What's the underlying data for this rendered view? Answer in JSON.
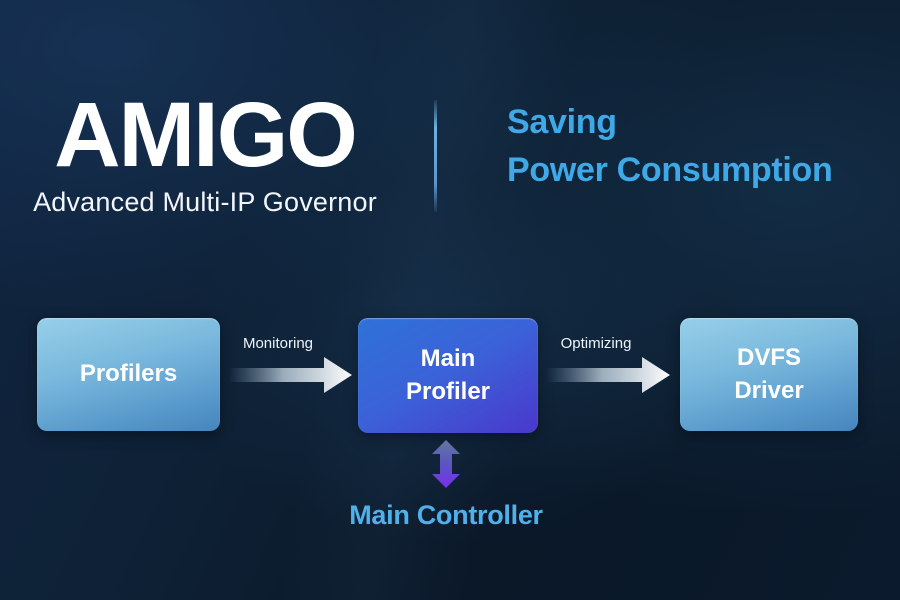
{
  "header": {
    "title": "AMIGO",
    "subtitle": "Advanced Multi-IP Governor",
    "tagline_line1": "Saving",
    "tagline_line2": "Power Consumption"
  },
  "diagram": {
    "nodes": [
      {
        "id": "profilers",
        "lines": [
          "Profilers"
        ]
      },
      {
        "id": "main-profiler",
        "lines": [
          "Main",
          "Profiler"
        ]
      },
      {
        "id": "dvfs-driver",
        "lines": [
          "DVFS",
          "Driver"
        ]
      }
    ],
    "arrows": [
      {
        "label": "Monitoring",
        "direction": "right"
      },
      {
        "label": "Optimizing",
        "direction": "right"
      }
    ],
    "controller_label": "Main Controller"
  },
  "colors": {
    "background": "#0b1a2b",
    "title_text": "#ffffff",
    "tagline_text": "#3fa9e8",
    "node_light_top": "#96cfe8",
    "node_light_bottom": "#4585bd",
    "node_accent_top": "#2e72d8",
    "node_accent_bottom": "#4a38cc",
    "arrow_tip": "#ffffff",
    "bidirectional_arrow_top": "#64789c",
    "bidirectional_arrow_bottom": "#7a2ded",
    "controller_label_text": "#4fb0ea"
  }
}
